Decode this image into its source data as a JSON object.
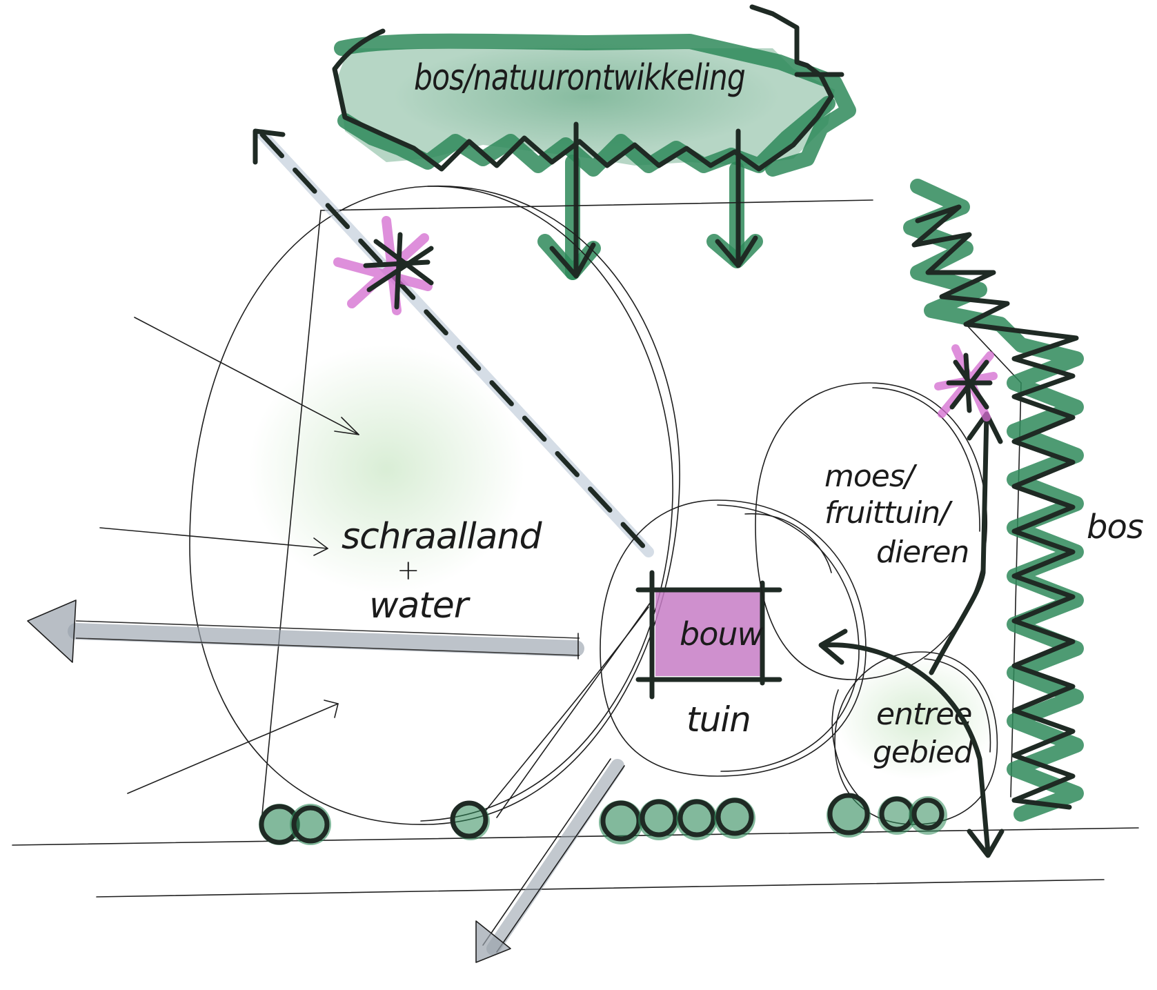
{
  "diagram": {
    "labels": {
      "forest_top": "bos/natuurontwikkeling",
      "meadow_line1": "schraalland",
      "meadow_line2": "+",
      "meadow_line3": "water",
      "building": "bouw",
      "garden": "tuin",
      "orchard_line1": "moes/",
      "orchard_line2": "fruittuin/",
      "orchard_line3": "dieren",
      "entrance_line1": "entree",
      "entrance_line2": "gebied",
      "forest_right": "bos"
    },
    "colors": {
      "forest_green": "#2f8a5a",
      "marker_black": "#1f2a24",
      "building_pink": "#c77cc6",
      "accent_magenta": "#d46ad0",
      "view_grey": "#9aa3ad"
    }
  }
}
